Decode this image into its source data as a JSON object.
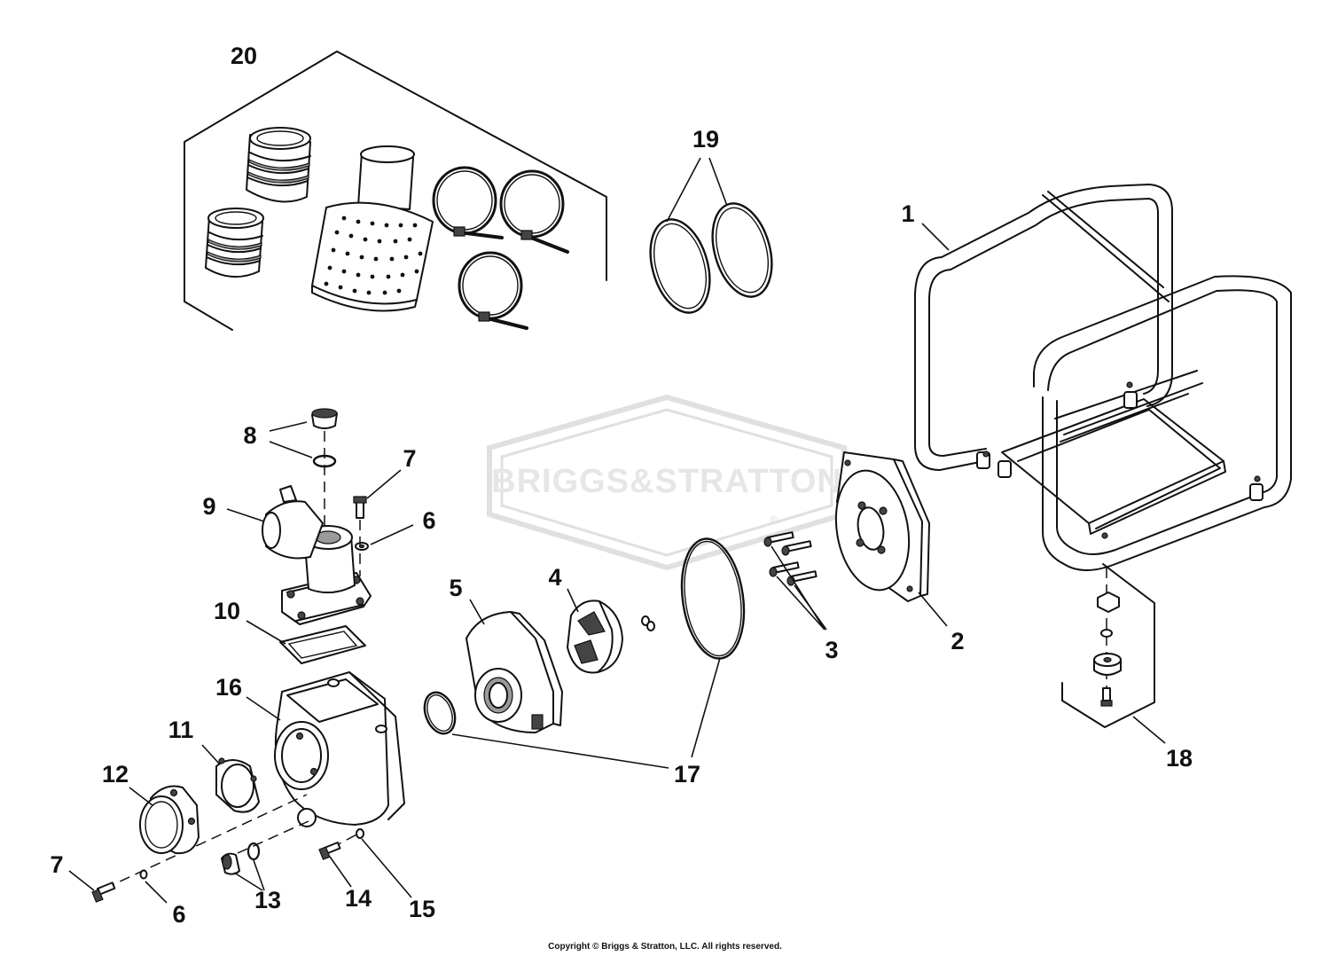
{
  "watermark": {
    "brand": "BRIGGS&STRATTON",
    "registered": "®"
  },
  "callouts": {
    "c20": "20",
    "c19": "19",
    "c1": "1",
    "c8": "8",
    "c7a": "7",
    "c6a": "6",
    "c9": "9",
    "c5": "5",
    "c4": "4",
    "c3": "3",
    "c2": "2",
    "c10": "10",
    "c16": "16",
    "c11": "11",
    "c17": "17",
    "c18": "18",
    "c12": "12",
    "c7b": "7",
    "c6b": "6",
    "c13": "13",
    "c14": "14",
    "c15": "15"
  },
  "copyright": "Copyright © Briggs & Stratton, LLC. All rights reserved."
}
